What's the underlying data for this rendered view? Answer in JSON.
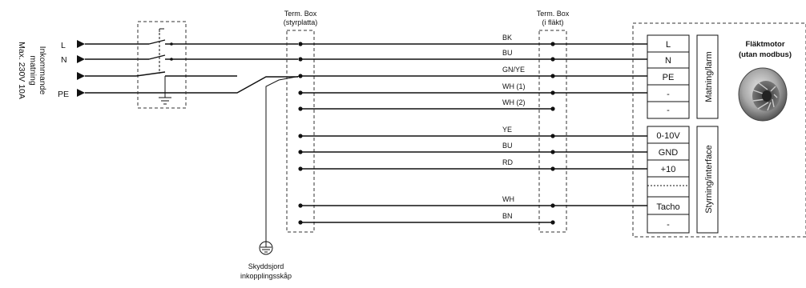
{
  "supply": {
    "label_lines": [
      "Inkommande",
      "matning",
      "Max. 230V 10A"
    ],
    "inputs": [
      "L",
      "N",
      "",
      "PE"
    ]
  },
  "term_box_1": {
    "title": "Term. Box",
    "subtitle": "(styrplatta)"
  },
  "term_box_2": {
    "title": "Term. Box",
    "subtitle": "(i fläkt)"
  },
  "wires": [
    "BK",
    "BU",
    "GN/YE",
    "WH (1)",
    "WH (2)",
    "YE",
    "BU",
    "RD",
    "WH",
    "BN"
  ],
  "motor": {
    "title": "Fläktmotor",
    "subtitle": "(utan modbus)"
  },
  "terminals_power": [
    "L",
    "N",
    "PE",
    "-",
    "-"
  ],
  "terminals_control": [
    "0-10V",
    "GND",
    "+10",
    "",
    "Tacho",
    "-"
  ],
  "group_power": "Matning/larm",
  "group_control": "Styrning/interface",
  "ground": {
    "line1": "Skyddsjord",
    "line2": "inkopplingsskåp"
  }
}
